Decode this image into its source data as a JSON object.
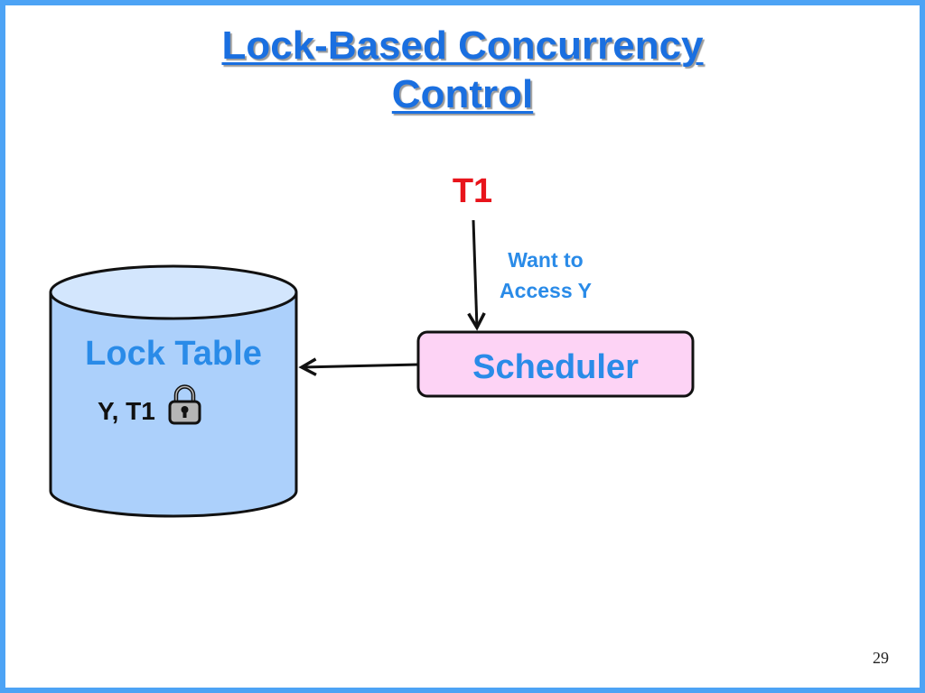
{
  "slide": {
    "title_line1": "Lock-Based Concurrency",
    "title_line2": "Control",
    "page_number": "29"
  },
  "diagram": {
    "transaction_label": "T1",
    "request_line1": "Want to",
    "request_line2": "Access Y",
    "scheduler_label": "Scheduler",
    "lock_table_label": "Lock Table",
    "lock_entry": "Y, T1",
    "lock_icon": "padlock-icon"
  },
  "colors": {
    "border": "#4da3f5",
    "title": "#1a6fe0",
    "transaction": "#e8141b",
    "label_blue": "#2a8be8",
    "scheduler_fill": "#fdd3f5",
    "cylinder_fill": "#acd0fb",
    "cylinder_top": "#d3e6fd"
  }
}
